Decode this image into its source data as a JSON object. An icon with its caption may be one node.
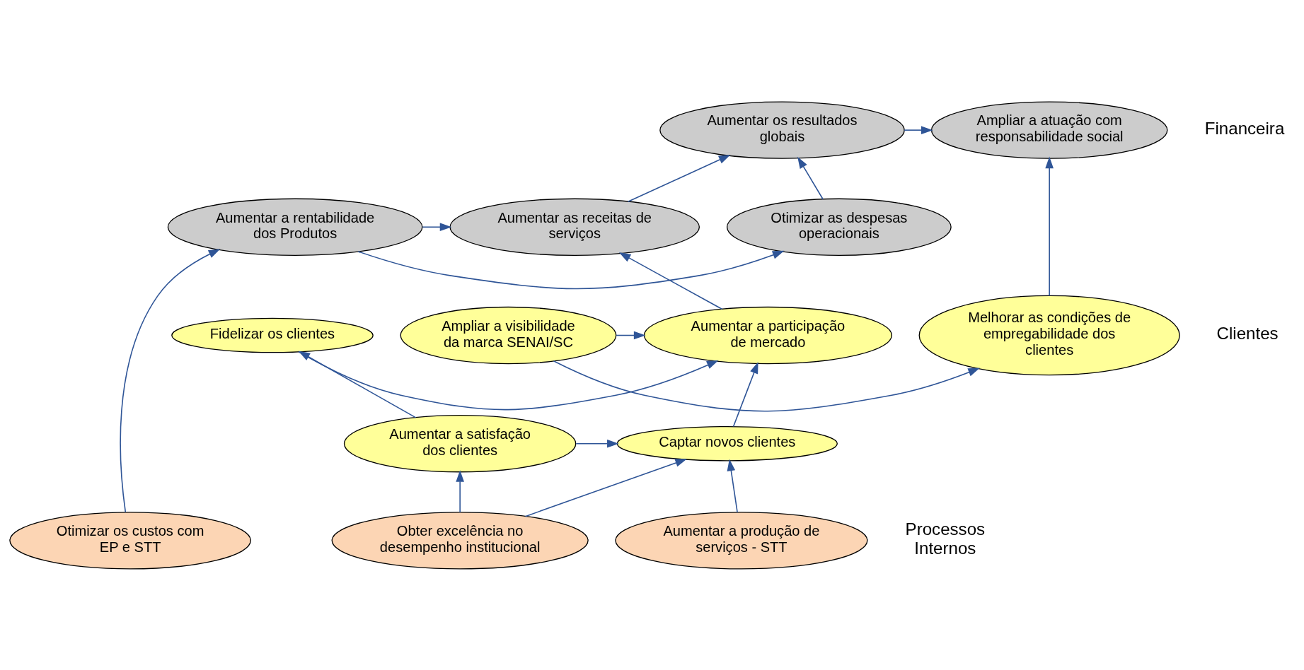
{
  "diagram": {
    "nodes": [
      {
        "text": [
          "Aumentar os resultados globais"
        ]
      },
      {
        "text": [
          "Ampliar a atuação com responsabilidade social"
        ]
      },
      {
        "text": [
          "Otimizar as despesas operacionais"
        ]
      },
      {
        "text": [
          "Aumentar as receitas de serviços"
        ]
      },
      {
        "text": [
          "Aumentar a rentabilidade dos Produtos"
        ]
      },
      {
        "text": [
          "Aumentar a participação de mercado"
        ]
      },
      {
        "text": [
          "Fidelizar os clientes"
        ]
      },
      {
        "text": [
          "Ampliar a visibilidade da marca SENAI/SC"
        ]
      },
      {
        "text": [
          "Melhorar as condições de empregabilidade dos clientes"
        ]
      },
      {
        "text": [
          "Captar novos clientes"
        ]
      },
      {
        "text": [
          "Aumentar a satisfação dos clientes"
        ]
      },
      {
        "text": [
          "Otimizar os custos com EP e STT"
        ]
      },
      {
        "text": [
          "Aumentar a produção de serviços - STT"
        ]
      },
      {
        "text": [
          "Obter excelência no desempenho institucional"
        ]
      }
    ],
    "edges": [
      {
        "from": 3,
        "to": 0,
        "arrow": "to"
      },
      {
        "from": 0,
        "to": 1,
        "arrow": "to"
      },
      {
        "from": 2,
        "to": 0,
        "arrow": "to"
      },
      {
        "from": 4,
        "to": 2,
        "arrow": "to"
      },
      {
        "from": 4,
        "to": 3,
        "arrow": "to"
      },
      {
        "from": 5,
        "to": 3,
        "arrow": "to"
      },
      {
        "from": 6,
        "to": 5,
        "arrow": "to"
      },
      {
        "from": 7,
        "to": 5,
        "arrow": "to"
      },
      {
        "from": 7,
        "to": 8,
        "arrow": "to"
      },
      {
        "from": 8,
        "to": 1,
        "arrow": "to"
      },
      {
        "from": 9,
        "to": 5,
        "arrow": "to"
      },
      {
        "from": 10,
        "to": 9,
        "arrow": "to"
      },
      {
        "from": 10,
        "to": 6,
        "arrow": "to"
      },
      {
        "from": 12,
        "to": 9,
        "arrow": "to"
      },
      {
        "from": 13,
        "to": 9,
        "arrow": "to"
      },
      {
        "from": 13,
        "to": 10,
        "arrow": "to"
      },
      {
        "from": 11,
        "to": 4,
        "arrow": "to"
      }
    ],
    "labels": [
      "Financeira",
      "Clientes",
      "Processos Internos"
    ]
  }
}
